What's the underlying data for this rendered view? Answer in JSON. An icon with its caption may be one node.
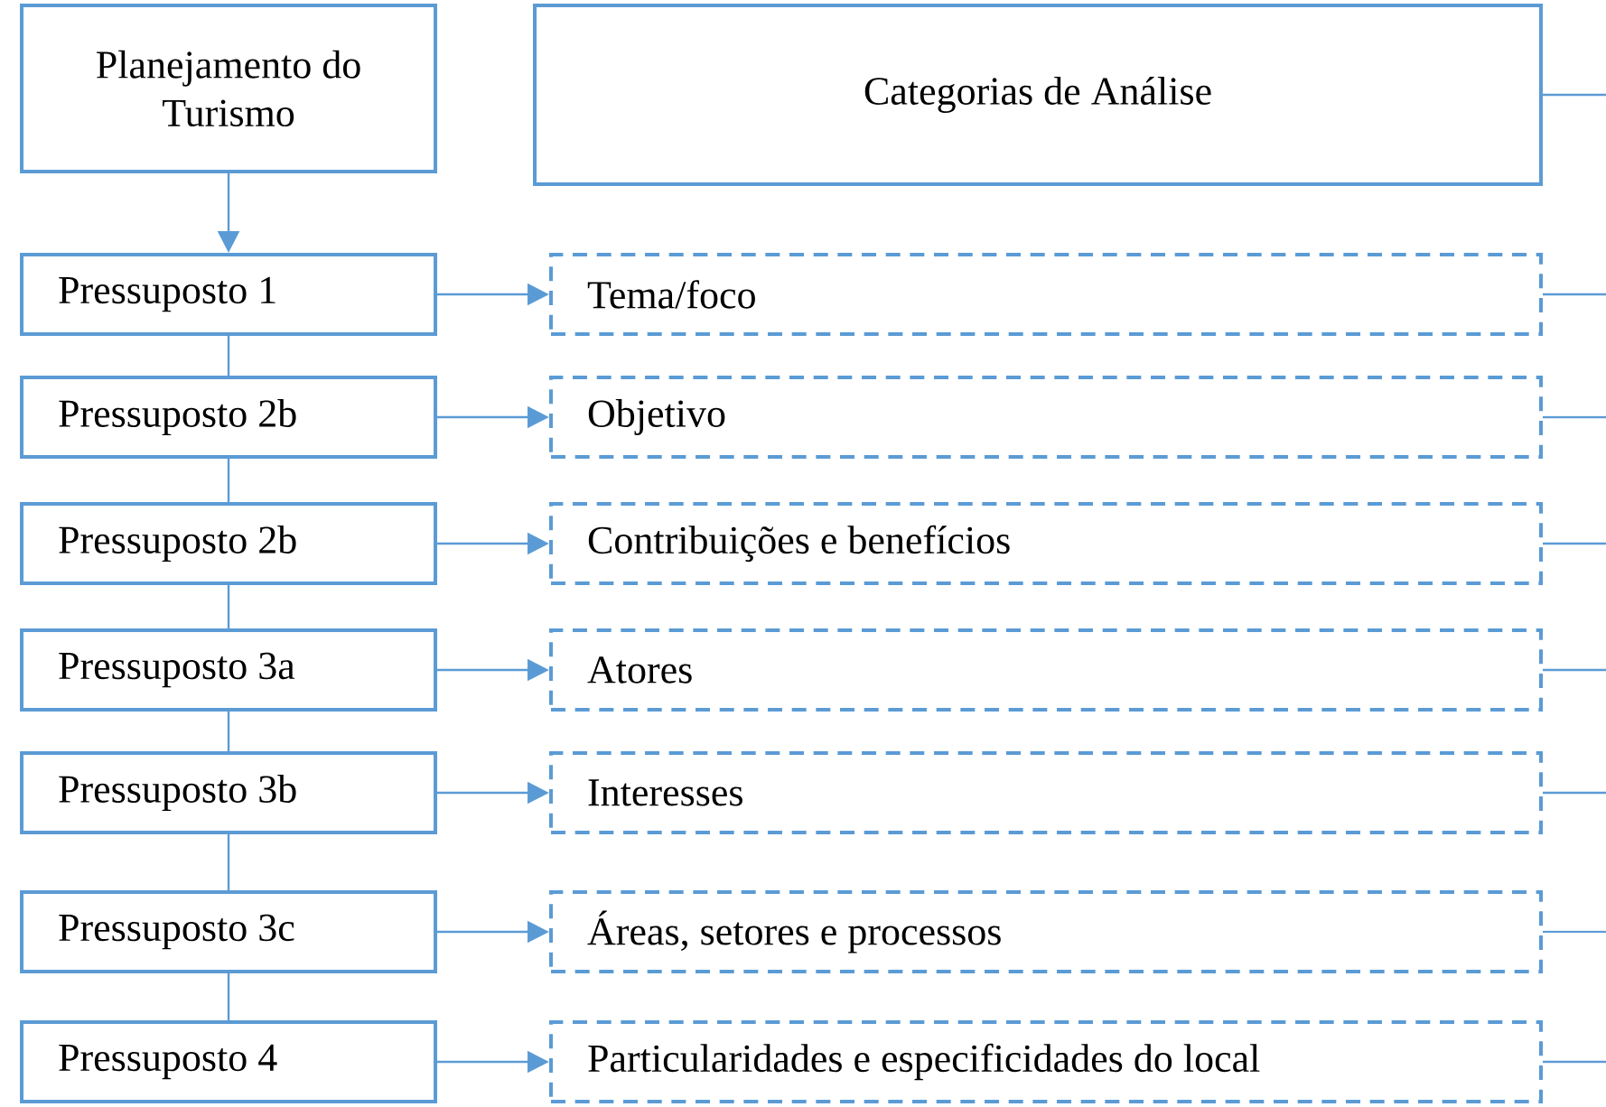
{
  "diagram": {
    "nodes": [
      {
        "text": [
          "Planejamento do Turismo"
        ]
      },
      {
        "text": [
          "Categorias de Análise"
        ]
      },
      {
        "text": [
          "Pressuposto 1"
        ]
      },
      {
        "text": [
          "Tema/foco"
        ]
      },
      {
        "text": [
          "Pressuposto 2b"
        ]
      },
      {
        "text": [
          "Objetivo"
        ]
      },
      {
        "text": [
          "Pressuposto 2b"
        ]
      },
      {
        "text": [
          "Contribuições e benefícios"
        ]
      },
      {
        "text": [
          "Pressuposto 3a"
        ]
      },
      {
        "text": [
          "Atores"
        ]
      },
      {
        "text": [
          "Pressuposto 3b"
        ]
      },
      {
        "text": [
          "Interesses"
        ]
      },
      {
        "text": [
          "Pressuposto 3c"
        ]
      },
      {
        "text": [
          "Áreas, setores e processos"
        ]
      },
      {
        "text": [
          "Pressuposto 4"
        ]
      },
      {
        "text": [
          "Particularidades e especificidades do local"
        ]
      }
    ],
    "edges": [
      {
        "from": 0,
        "to": 2,
        "arrow": "to"
      },
      {
        "from": 2,
        "to": 3,
        "arrow": "to"
      },
      {
        "from": 2,
        "to": 4,
        "arrow": "none"
      },
      {
        "from": 4,
        "to": 5,
        "arrow": "to"
      },
      {
        "from": 4,
        "to": 6,
        "arrow": "none"
      },
      {
        "from": 6,
        "to": 7,
        "arrow": "to"
      },
      {
        "from": 6,
        "to": 8,
        "arrow": "none"
      },
      {
        "from": 8,
        "to": 9,
        "arrow": "to"
      },
      {
        "from": 8,
        "to": 10,
        "arrow": "none"
      },
      {
        "from": 10,
        "to": 11,
        "arrow": "to"
      },
      {
        "from": 10,
        "to": 12,
        "arrow": "none"
      },
      {
        "from": 12,
        "to": 13,
        "arrow": "to"
      },
      {
        "from": 12,
        "to": 14,
        "arrow": "none"
      },
      {
        "from": 14,
        "to": 15,
        "arrow": "to"
      },
      {
        "from": 1,
        "to": null,
        "arrow": "none"
      },
      {
        "from": 3,
        "to": null,
        "arrow": "none"
      },
      {
        "from": 5,
        "to": null,
        "arrow": "none"
      },
      {
        "from": 7,
        "to": null,
        "arrow": "none"
      },
      {
        "from": 9,
        "to": null,
        "arrow": "none"
      },
      {
        "from": 11,
        "to": null,
        "arrow": "none"
      },
      {
        "from": 13,
        "to": null,
        "arrow": "none"
      },
      {
        "from": 15,
        "to": null,
        "arrow": "none"
      }
    ]
  }
}
